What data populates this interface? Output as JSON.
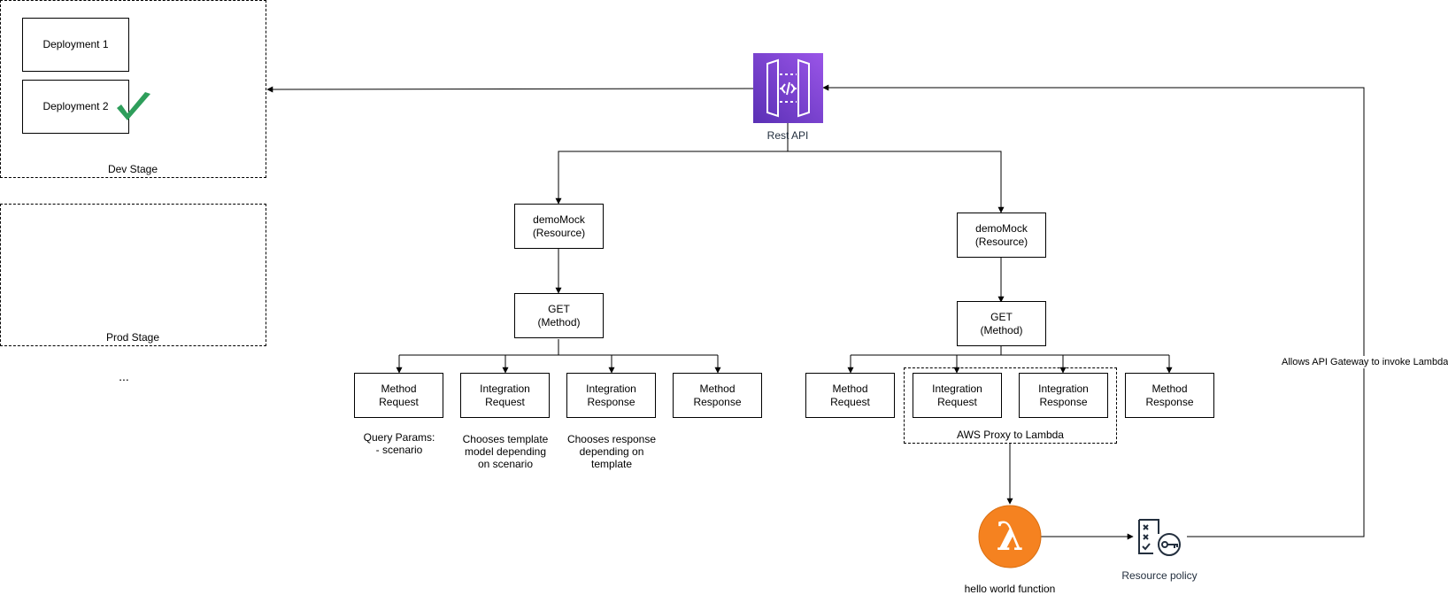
{
  "stages": {
    "dev": {
      "label": "Dev Stage",
      "deployments": [
        "Deployment 1",
        "Deployment 2"
      ]
    },
    "prod": {
      "label": "Prod Stage"
    },
    "more": "..."
  },
  "api": {
    "label": "Rest API"
  },
  "left_branch": {
    "resource": "demoMock\n(Resource)",
    "method": "GET\n(Method)",
    "children": [
      "Method\nRequest",
      "Integration\nRequest",
      "Integration\nResponse",
      "Method\nResponse"
    ],
    "notes": [
      "Query Params:\n- scenario",
      "Chooses template\nmodel depending\non scenario",
      "Chooses response\ndepending on\ntemplate"
    ]
  },
  "right_branch": {
    "resource": "demoMock\n(Resource)",
    "method": "GET\n(Method)",
    "children": [
      "Method\nRequest",
      "Integration\nRequest",
      "Integration\nResponse",
      "Method\nResponse"
    ],
    "proxy_group": "AWS Proxy to Lambda"
  },
  "lambda": {
    "label": "hello world function"
  },
  "policy": {
    "label": "Resource policy"
  },
  "permission_edge": "Allows API Gateway to invoke Lambda",
  "colors": {
    "api_gateway": "#7b3fd6",
    "lambda": "#f58220",
    "check": "#2e9e5b",
    "aws_text": "#232f3e"
  }
}
